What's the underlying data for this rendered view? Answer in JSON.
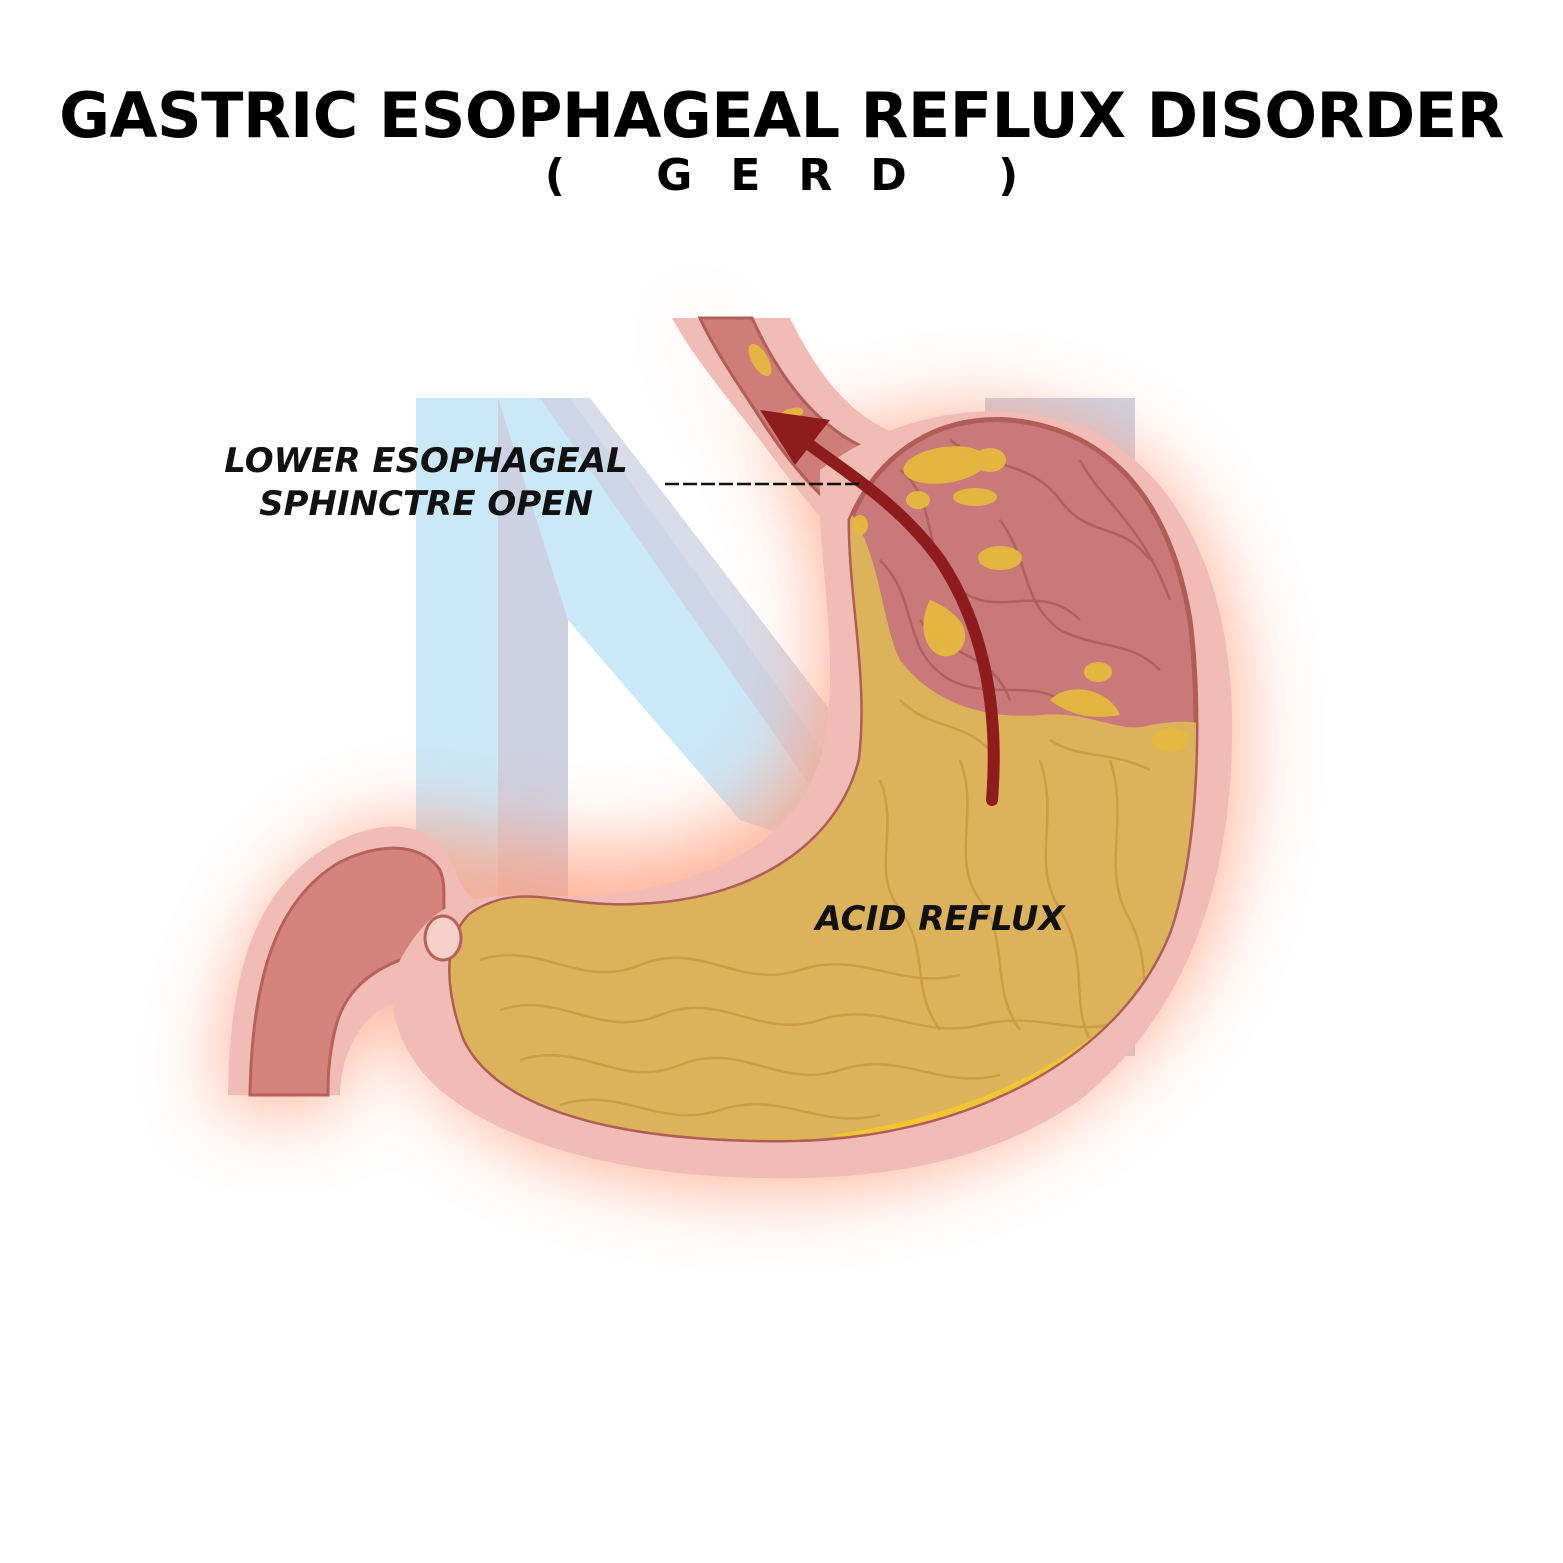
{
  "title": "GASTRIC ESOPHAGEAL REFLUX DISORDER",
  "subtitle": "( GERD )",
  "labels": {
    "lower_esophageal_sphincter": "LOWER ESOPHAGEAL SPHINCTRE OPEN",
    "acid_reflux": "ACID REFLUX"
  },
  "colors": {
    "stomach_outer_wall": "#f1bcb5",
    "stomach_inner_wall": "#c06a64",
    "mucosa": "#c9797a",
    "acid": "#dcb25a",
    "acid_highlight": "#f2c92e",
    "arrow": "#8e1c1c",
    "watermark_light": "#c2e4f8",
    "watermark_mid": "#c6c9dc",
    "glow": "#ff9c7a"
  }
}
